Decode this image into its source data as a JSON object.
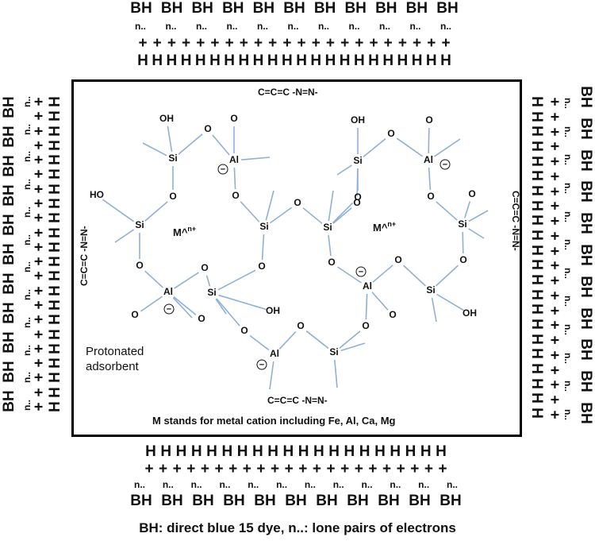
{
  "tokens": {
    "bh": "BH",
    "lone_pair": "n..",
    "plus": "+",
    "h": "H"
  },
  "top_band": {
    "bh_row": [
      "BH",
      "BH",
      "BH",
      "BH",
      "BH",
      "BH",
      "BH",
      "BH",
      "BH",
      "BH",
      "BH"
    ],
    "lone_pair_row": [
      "n..",
      "n..",
      "n..",
      "n..",
      "n..",
      "n..",
      "n..",
      "n..",
      "n..",
      "n..",
      "n.."
    ],
    "plus_row": [
      "+",
      "+",
      "+",
      "+",
      "+",
      "+",
      "+",
      "+",
      "+",
      "+",
      "+",
      "+",
      "+",
      "+",
      "+",
      "+",
      "+",
      "+",
      "+",
      "+",
      "+",
      "+"
    ],
    "h_row": [
      "H",
      "H",
      "H",
      "H",
      "H",
      "H",
      "H",
      "H",
      "H",
      "H",
      "H",
      "H",
      "H",
      "H",
      "H",
      "H",
      "H",
      "H",
      "H",
      "H",
      "H",
      "H"
    ]
  },
  "bottom_band": {
    "h_row": [
      "H",
      "H",
      "H",
      "H",
      "H",
      "H",
      "H",
      "H",
      "H",
      "H",
      "H",
      "H",
      "H",
      "H",
      "H",
      "H",
      "H",
      "H",
      "H",
      "H"
    ],
    "plus_row": [
      "+",
      "+",
      "+",
      "+",
      "+",
      "+",
      "+",
      "+",
      "+",
      "+",
      "+",
      "+",
      "+",
      "+",
      "+",
      "+",
      "+",
      "+",
      "+",
      "+",
      "+",
      "+"
    ],
    "lone_pair_row": [
      "n..",
      "n..",
      "n..",
      "n..",
      "n..",
      "n..",
      "n..",
      "n..",
      "n..",
      "n..",
      "n..",
      "n.."
    ],
    "bh_row": [
      "BH",
      "BH",
      "BH",
      "BH",
      "BH",
      "BH",
      "BH",
      "BH",
      "BH",
      "BH",
      "BH"
    ]
  },
  "left_band": {
    "bh_col": [
      "BH",
      "BH",
      "BH",
      "BH",
      "BH",
      "BH",
      "BH",
      "BH",
      "BH",
      "BH",
      "BH"
    ],
    "lone_pair_col": [
      "n..",
      "n..",
      "n..",
      "n..",
      "n..",
      "n..",
      "n..",
      "n..",
      "n..",
      "n..",
      "n..",
      "n.."
    ],
    "plus_col": [
      "+",
      "+",
      "+",
      "+",
      "+",
      "+",
      "+",
      "+",
      "+",
      "+",
      "+",
      "+",
      "+",
      "+",
      "+",
      "+",
      "+",
      "+",
      "+",
      "+",
      "+",
      "+"
    ],
    "h_col": [
      "H",
      "H",
      "H",
      "H",
      "H",
      "H",
      "H",
      "H",
      "H",
      "H",
      "H",
      "H",
      "H",
      "H",
      "H",
      "H",
      "H",
      "H",
      "H",
      "H",
      "H",
      "H"
    ]
  },
  "right_band": {
    "h_col": [
      "H",
      "H",
      "H",
      "H",
      "H",
      "H",
      "H",
      "H",
      "H",
      "H",
      "H",
      "H",
      "H",
      "H",
      "H",
      "H",
      "H",
      "H",
      "H",
      "H",
      "H",
      "H"
    ],
    "plus_col": [
      "+",
      "+",
      "+",
      "+",
      "+",
      "+",
      "+",
      "+",
      "+",
      "+",
      "+",
      "+",
      "+",
      "+",
      "+",
      "+",
      "+",
      "+",
      "+",
      "+",
      "+",
      "+"
    ],
    "lone_pair_col": [
      "n..",
      "n..",
      "n..",
      "n..",
      "n..",
      "n..",
      "n..",
      "n..",
      "n..",
      "n..",
      "n..",
      "n.."
    ],
    "bh_col": [
      "BH",
      "BH",
      "BH",
      "BH",
      "BH",
      "BH",
      "BH",
      "BH",
      "BH",
      "BH",
      "BH"
    ]
  },
  "panel": {
    "dye_group_top": "C=C=C  -N=N-",
    "dye_group_bottom": "C=C=C  -N=N-",
    "dye_group_left": "C=C=C  -N=N-",
    "dye_group_right": "C=C=C  -N=N-",
    "metal_label": "M^",
    "metal_superscript": "n+",
    "protonated_label": "Protonated\nadsorbent",
    "footnote": "M stands for metal cation including Fe, Al, Ca, Mg",
    "negative_sign": "−",
    "atoms": {
      "si": "Si",
      "al": "Al",
      "o": "O",
      "oh": "OH",
      "ho": "HO"
    }
  },
  "caption": "BH: direct blue 15 dye, n..: lone pairs of electrons"
}
